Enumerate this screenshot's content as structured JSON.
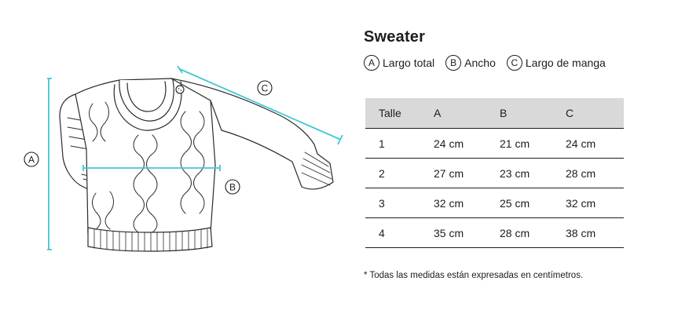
{
  "product": {
    "title": "Sweater"
  },
  "legend": [
    {
      "badge": "A",
      "label": "Largo total"
    },
    {
      "badge": "B",
      "label": "Ancho"
    },
    {
      "badge": "C",
      "label": "Largo de manga"
    }
  ],
  "table": {
    "headers": [
      "Talle",
      "A",
      "B",
      "C"
    ],
    "rows": [
      [
        "1",
        "24 cm",
        "21 cm",
        "24 cm"
      ],
      [
        "2",
        "27 cm",
        "23 cm",
        "28 cm"
      ],
      [
        "3",
        "32 cm",
        "25 cm",
        "32 cm"
      ],
      [
        "4",
        "35 cm",
        "28 cm",
        "38 cm"
      ]
    ]
  },
  "illustration": {
    "markers": {
      "a": "A",
      "b": "B",
      "c": "C"
    },
    "icon": "sweater-illustration",
    "measure_color": "#41c8d2"
  },
  "footnote": "* Todas las medidas están expresadas en centímetros."
}
